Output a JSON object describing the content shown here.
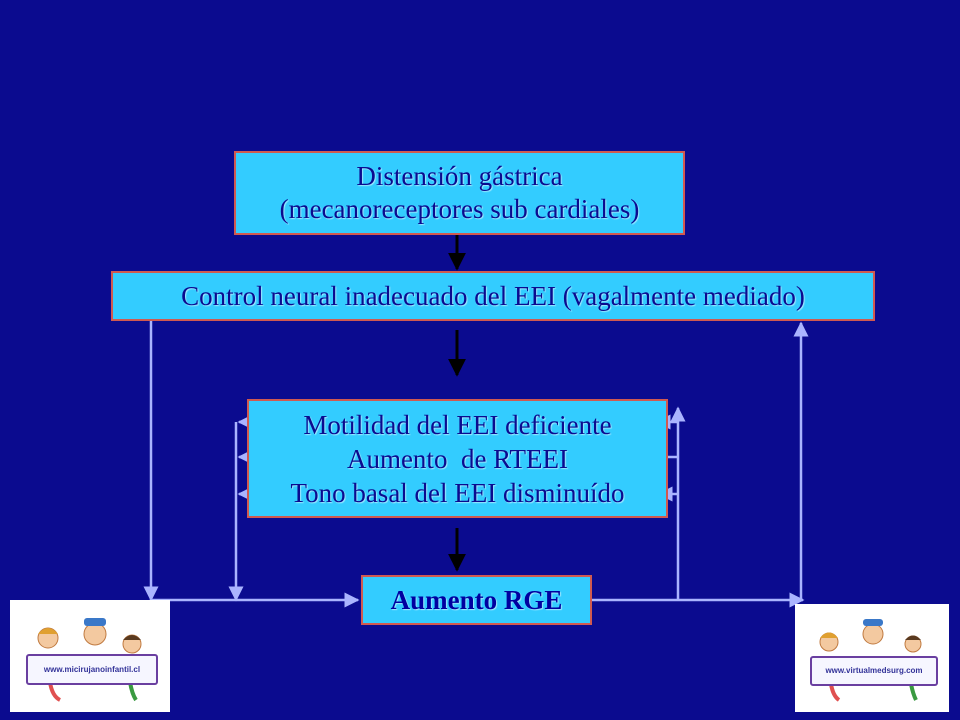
{
  "diagram": {
    "box1": {
      "line1": "Distensión gástrica",
      "line2": "(mecanoreceptores sub cardiales)"
    },
    "box2": {
      "line1": "Control neural inadecuado del EEI (vagalmente mediado)"
    },
    "box3": {
      "line1": "Motilidad del EEI deficiente",
      "line2": "Aumento  de RTEEI",
      "line3": "Tono basal del EEI disminuído"
    },
    "box4": {
      "line1": "Aumento RGE"
    }
  },
  "logos": {
    "left": {
      "url_text": "www.micirujanoinfantil.cl"
    },
    "right": {
      "url_text": "www.virtualmedsurg.com"
    }
  },
  "colors": {
    "background": "#0b0b8f",
    "box_fill": "#33ccff",
    "box_border": "#d05a50",
    "arrow_dark": "#000000",
    "arrow_light": "#aab4ff"
  }
}
